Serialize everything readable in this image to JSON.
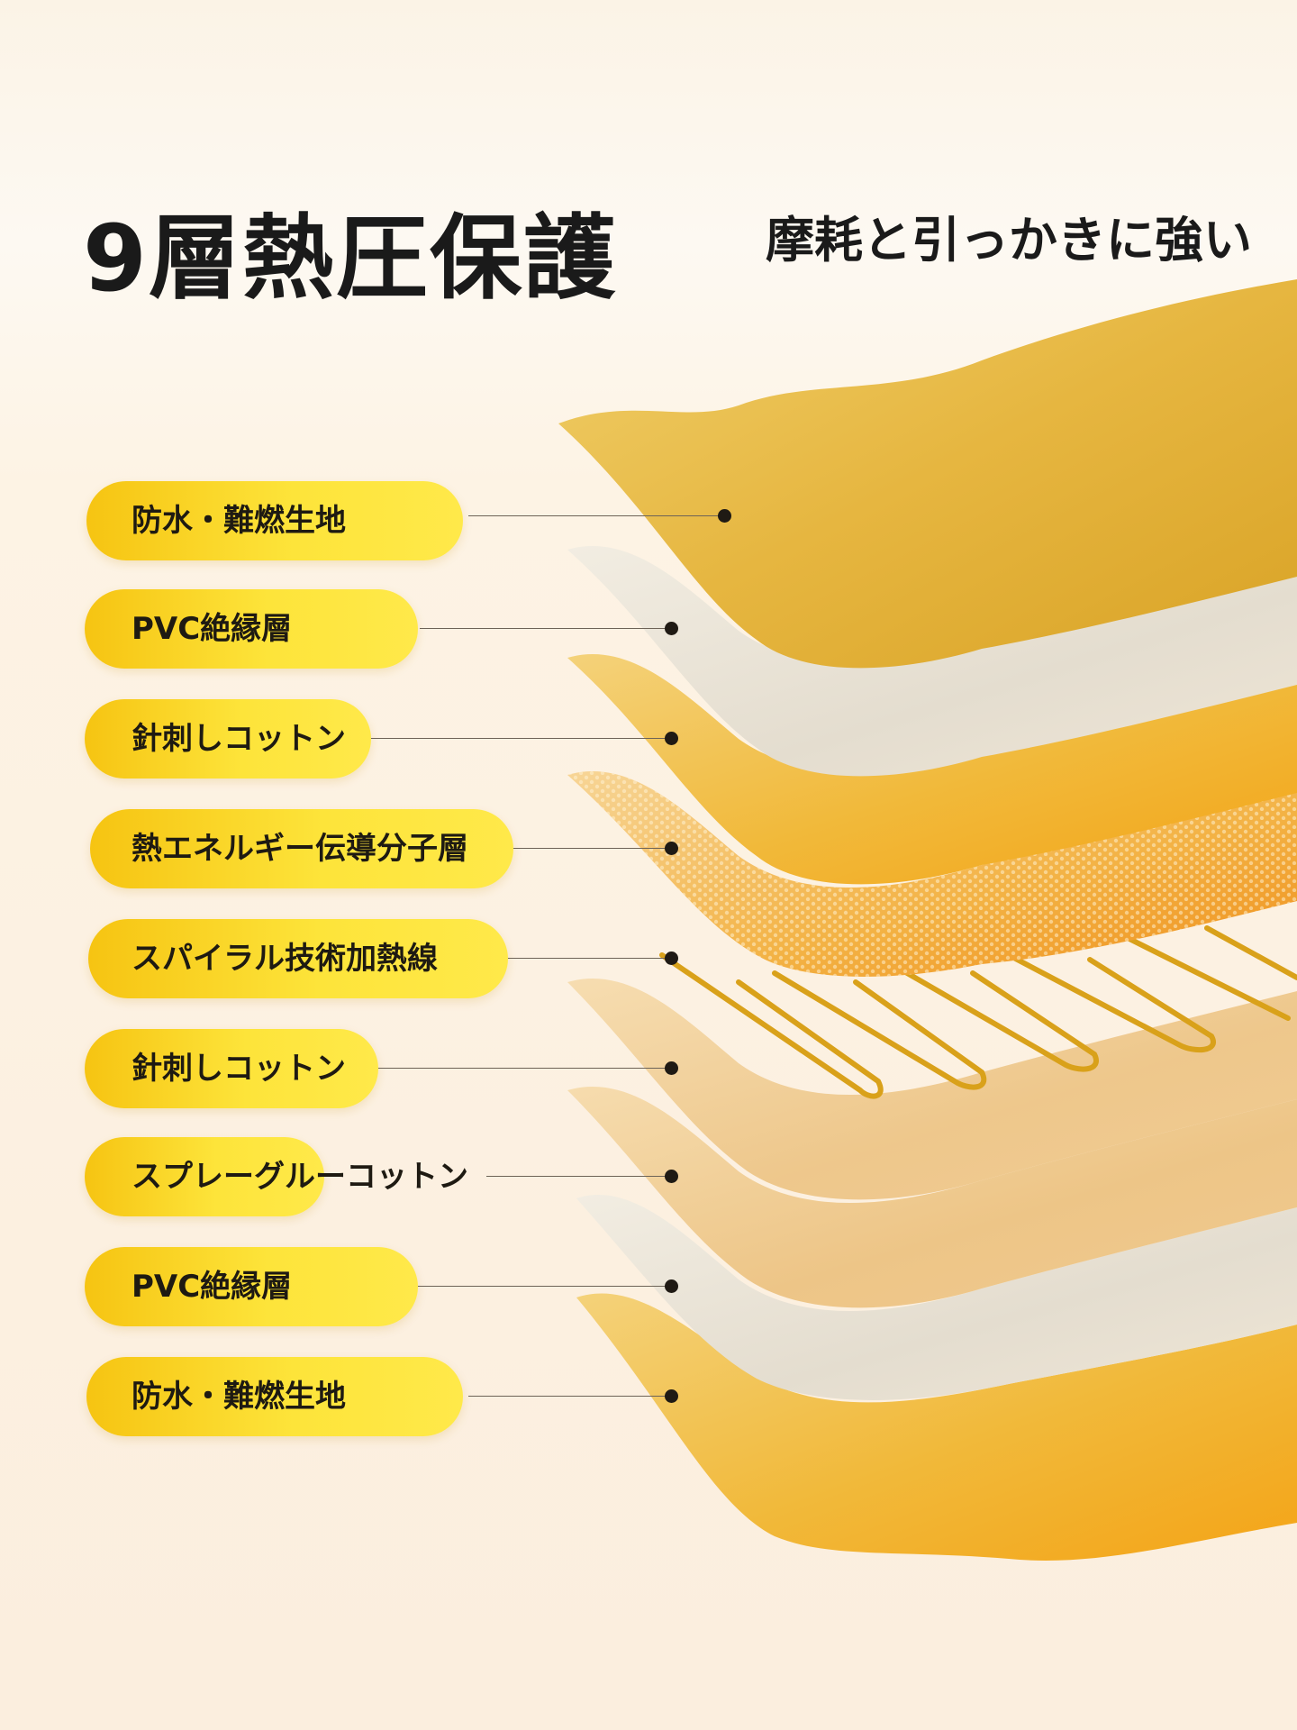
{
  "header": {
    "title": "9層熱圧保護",
    "subtitle": "摩耗と引っかきに強い"
  },
  "layers": [
    {
      "label": "防水・難燃生地"
    },
    {
      "label": "PVC絶縁層"
    },
    {
      "label": "針刺しコットン"
    },
    {
      "label": "熱エネルギー伝導分子層"
    },
    {
      "label": "スパイラル技術加熱線"
    },
    {
      "label": "針刺しコットン"
    },
    {
      "label": "スプレーグルーコットン"
    },
    {
      "label": "PVC絶縁層"
    },
    {
      "label": "防水・難燃生地"
    }
  ],
  "colors": {
    "pill_yellow": "#fde43a",
    "fabric_yellow": "#e8b43a",
    "fabric_white": "#ece6da",
    "heating_wire_gold": "#d9a11a",
    "text": "#1a1a1a"
  }
}
